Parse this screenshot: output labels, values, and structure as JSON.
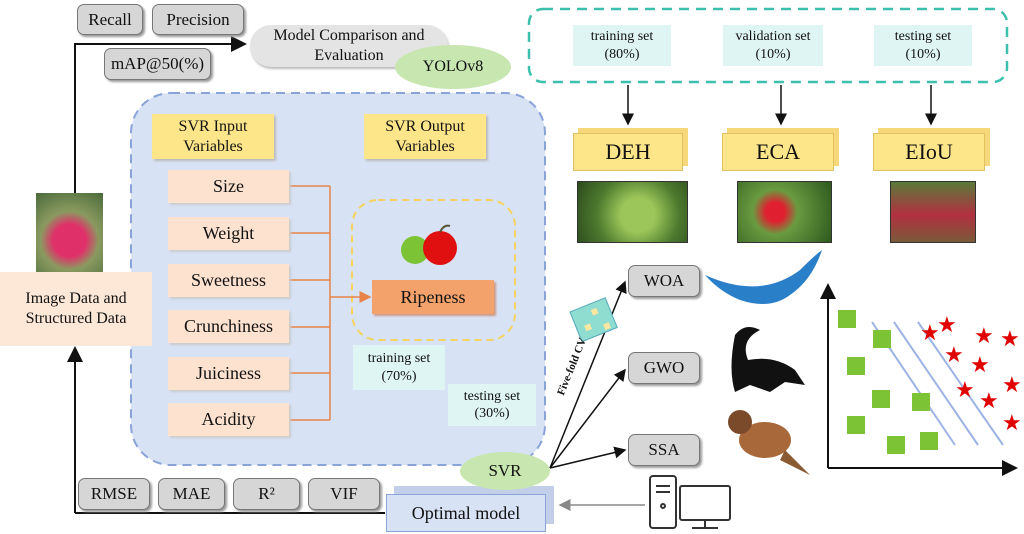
{
  "metrics_top": {
    "recall": "Recall",
    "precision": "Precision",
    "map": "mAP@50(%)"
  },
  "evaluation": {
    "label": "Model Comparison and Evaluation",
    "yolo": "YOLOv8"
  },
  "dataset_split": [
    {
      "label": "training set",
      "pct": "(80%)"
    },
    {
      "label": "validation set",
      "pct": "(10%)"
    },
    {
      "label": "testing set",
      "pct": "(10%)"
    }
  ],
  "modules": [
    "DEH",
    "ECA",
    "EIoU"
  ],
  "svr_panel": {
    "input_header": "SVR Input Variables",
    "output_header": "SVR Output Variables",
    "inputs": [
      "Size",
      "Weight",
      "Sweetness",
      "Crunchiness",
      "Juiciness",
      "Acidity"
    ],
    "output": "Ripeness",
    "train": "training set",
    "train_pct": "(70%)",
    "test": "testing set",
    "test_pct": "(30%)"
  },
  "data_source": "Image Data and Structured Data",
  "metrics_bottom": [
    "RMSE",
    "MAE",
    "R²",
    "VIF"
  ],
  "svr": "SVR",
  "optimal_model": "Optimal model",
  "cv_label": "Five-fold CV",
  "optimizers": [
    "WOA",
    "GWO",
    "SSA"
  ],
  "colors": {
    "gray_box": "#d6d6d6",
    "teal_dash": "#3dbfae",
    "blue_region": "#d8e2f5",
    "yellow": "#fde68a",
    "peach": "#fde2cf",
    "orange": "#f4a26b",
    "green": "#c8e6b0",
    "star": "#e00000",
    "square": "#7cc435"
  }
}
